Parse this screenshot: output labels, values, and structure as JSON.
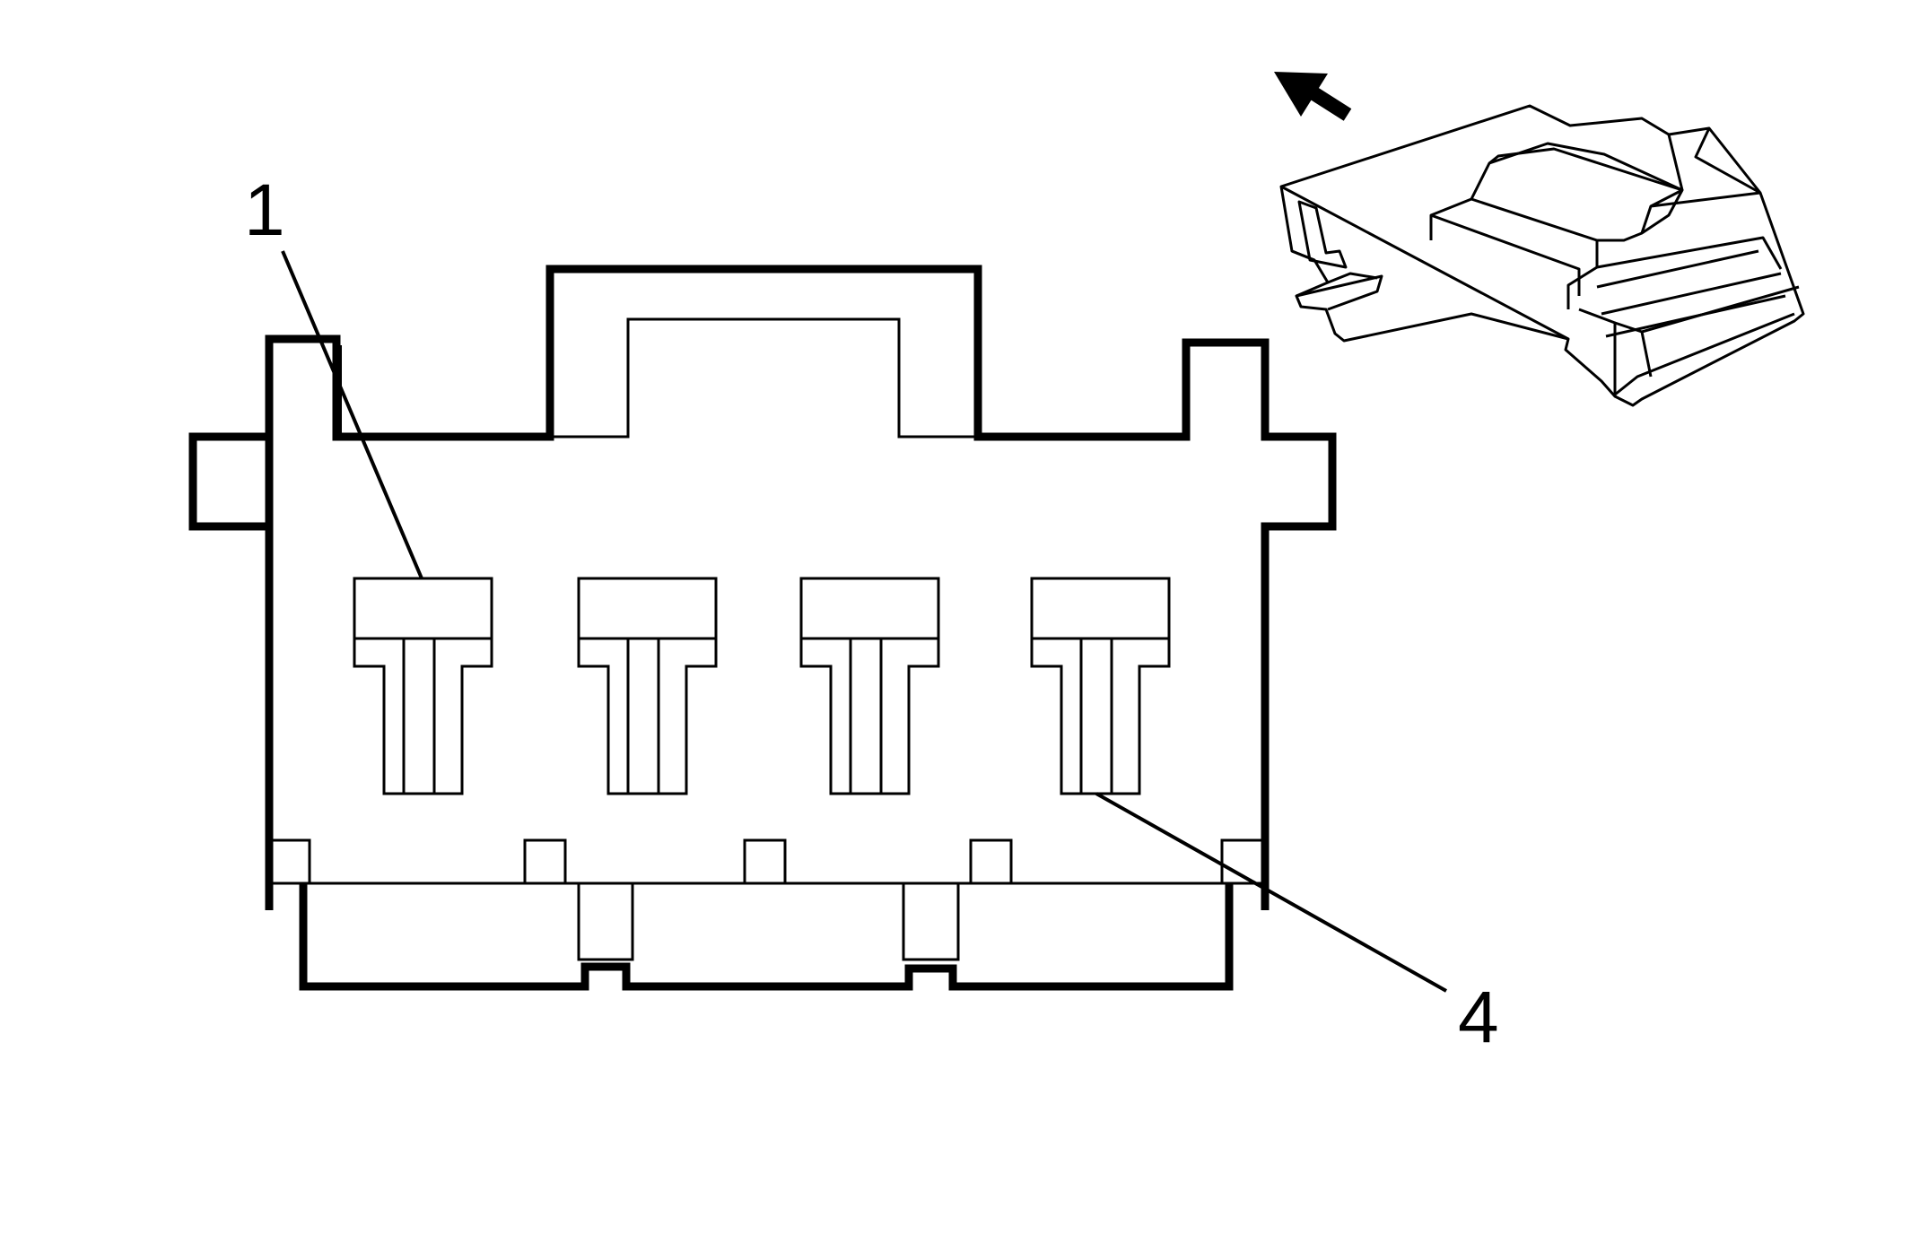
{
  "labels": {
    "pin_first": "1",
    "pin_last": "4"
  },
  "terminal_cavities": 4,
  "colors": {
    "line": "#000000",
    "background": "#ffffff"
  },
  "icons": {
    "direction": "arrow-up-left-icon",
    "connector_view": "connector-3d-icon"
  }
}
